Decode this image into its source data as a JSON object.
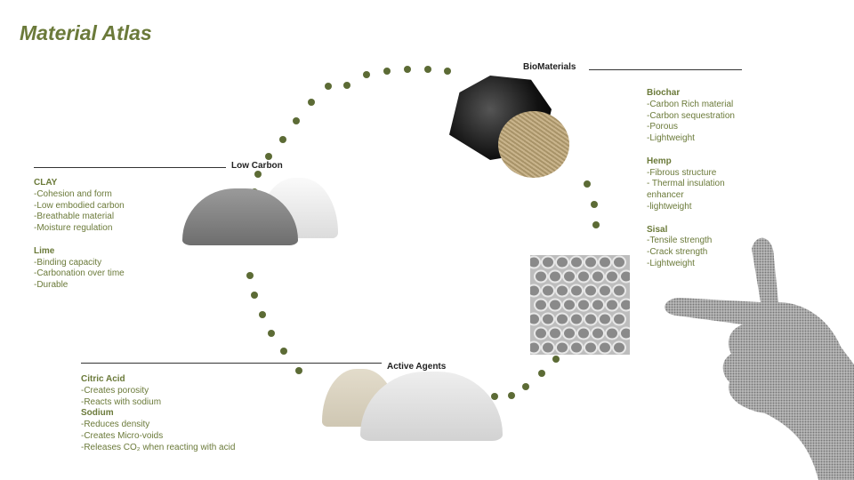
{
  "title": "Material Atlas",
  "labels": {
    "biomaterials": "BioMaterials",
    "low_carbon": "Low Carbon",
    "active_agents": "Active Agents"
  },
  "biomaterials": {
    "biochar": {
      "heading": "Biochar",
      "items": [
        "-Carbon Rich material",
        "-Carbon sequestration",
        "-Porous",
        "-Lightweight"
      ]
    },
    "hemp": {
      "heading": "Hemp",
      "items": [
        "-Fibrous structure",
        "- Thermal insulation",
        "enhancer",
        "-lightweight"
      ]
    },
    "sisal": {
      "heading": "Sisal",
      "items": [
        "-Tensile strength",
        "-Crack strength",
        "-Lightweight"
      ]
    }
  },
  "low_carbon": {
    "clay": {
      "heading": "CLAY",
      "items": [
        "-Cohesion and form",
        "-Low embodied carbon",
        "-Breathable material",
        "-Moisture regulation"
      ]
    },
    "lime": {
      "heading": "Lime",
      "items": [
        "-Binding capacity",
        "-Carbonation over time",
        "-Durable"
      ]
    }
  },
  "active_agents": {
    "citric": {
      "heading": "Citric Acid",
      "items": [
        "-Creates porosity",
        "-Reacts with sodium"
      ]
    },
    "sodium": {
      "heading": "Sodium",
      "items": [
        "-Reduces density",
        "-Creates Micro-voids",
        "-Releases CO₂ when reacting with acid"
      ]
    }
  },
  "colors": {
    "accent": "#6b7a3a",
    "dot": "#5c6b35"
  }
}
